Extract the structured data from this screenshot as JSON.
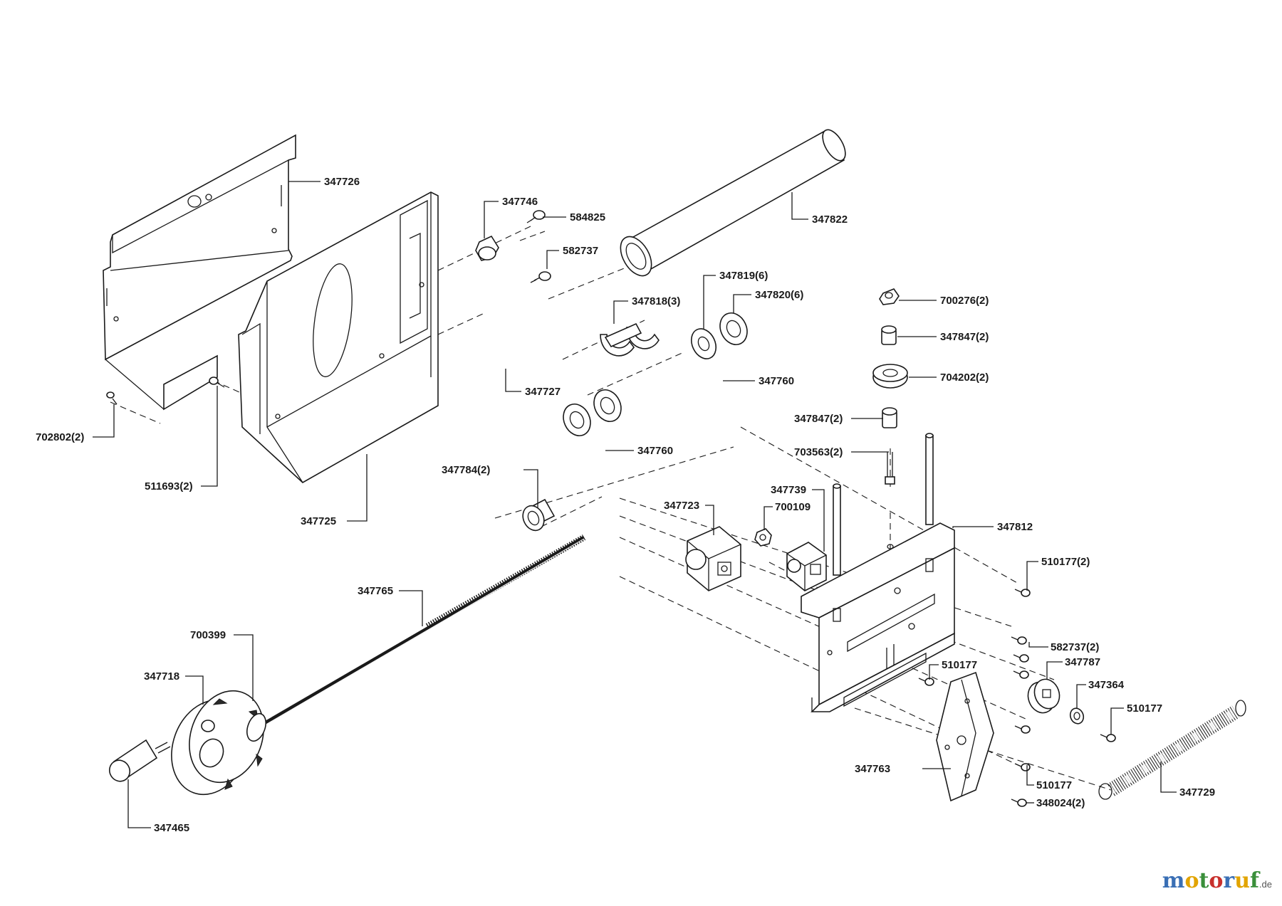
{
  "diagram": {
    "callouts": {
      "c347726": "347726",
      "c347746": "347746",
      "c584825": "584825",
      "c347822": "347822",
      "c582737": "582737",
      "c347819": "347819(6)",
      "c347820": "347820(6)",
      "c347818": "347818(3)",
      "c700276": "700276(2)",
      "c347847a": "347847(2)",
      "c704202": "704202(2)",
      "c347847b": "347847(2)",
      "c347727": "347727",
      "c347760a": "347760",
      "c347760b": "347760",
      "c702802": "702802(2)",
      "c511693": "511693(2)",
      "c347725": "347725",
      "c703563": "703563(2)",
      "c347784": "347784(2)",
      "c347739": "347739",
      "c347723": "347723",
      "c700109": "700109",
      "c347812": "347812",
      "c510177a": "510177(2)",
      "c347765": "347765",
      "c700399": "700399",
      "c582737b": "582737(2)",
      "c347787": "347787",
      "c510177b": "510177",
      "c347718": "347718",
      "c347364": "347364",
      "c510177c": "510177",
      "c347763": "347763",
      "c510177d": "510177",
      "c347729": "347729",
      "c348024": "348024(2)",
      "c347465": "347465"
    }
  },
  "watermark": {
    "letters": [
      {
        "ch": "m",
        "color": "#3a6fb5"
      },
      {
        "ch": "o",
        "color": "#e2a400"
      },
      {
        "ch": "t",
        "color": "#3a8f3a"
      },
      {
        "ch": "o",
        "color": "#c8302c"
      },
      {
        "ch": "r",
        "color": "#3a6fb5"
      },
      {
        "ch": "u",
        "color": "#e2a400"
      },
      {
        "ch": "f",
        "color": "#3a8f3a"
      }
    ],
    "tld": ".de"
  }
}
